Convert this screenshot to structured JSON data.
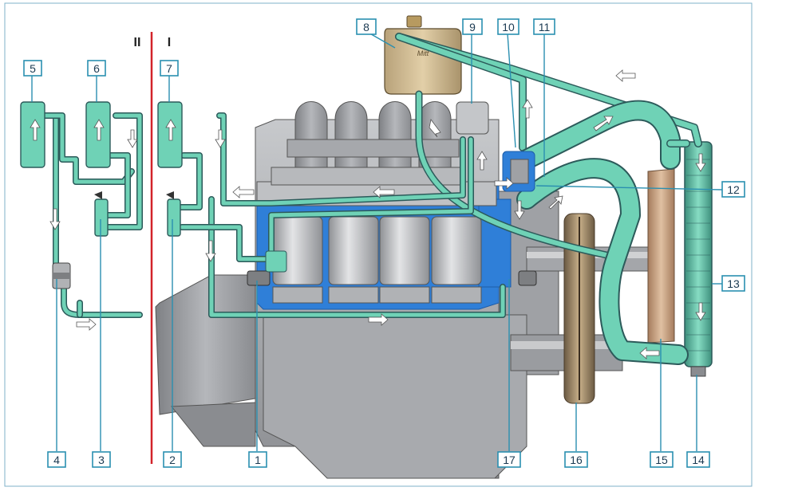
{
  "sections": [
    "II",
    "I"
  ],
  "components": [
    {
      "id": "1"
    },
    {
      "id": "2"
    },
    {
      "id": "3"
    },
    {
      "id": "4"
    },
    {
      "id": "5"
    },
    {
      "id": "6"
    },
    {
      "id": "7"
    },
    {
      "id": "8"
    },
    {
      "id": "9"
    },
    {
      "id": "10"
    },
    {
      "id": "11"
    },
    {
      "id": "12"
    },
    {
      "id": "13"
    },
    {
      "id": "14"
    },
    {
      "id": "15"
    },
    {
      "id": "16"
    },
    {
      "id": "17"
    }
  ],
  "tank_logo": "Mitt",
  "colors": {
    "coolant": "#6fd2b6",
    "coolant_dark": "#2c5a5a",
    "engine_body": "#9a9ca0",
    "engine_dark": "#6d6f73",
    "water_jacket": "#2f7fd8",
    "divider": "#d2232a",
    "callout": "#2a8fb0",
    "fan": "#c49a78"
  }
}
